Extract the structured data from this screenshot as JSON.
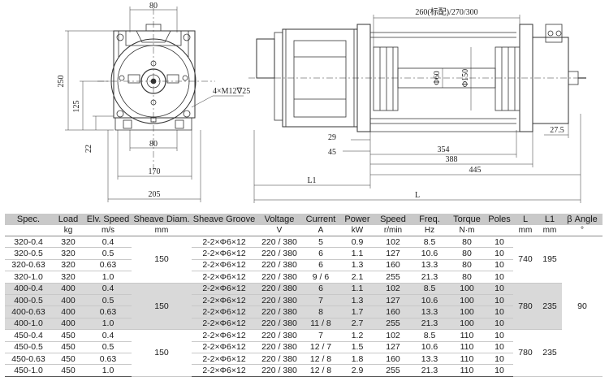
{
  "drawing": {
    "dims": {
      "top_80": "80",
      "height_250": "250",
      "h_125": "125",
      "h_22": "22",
      "w_80_bottom": "80",
      "w_170": "170",
      "w_205": "205",
      "bolt_note": "4×M12∇25",
      "sheave_span": "260(标配)/270/300",
      "dia_60": "Φ60",
      "dia_150": "Φ150",
      "d_29": "29",
      "d_45": "45",
      "d_354": "354",
      "d_388": "388",
      "d_445": "445",
      "d_L1": "L1",
      "d_L": "L",
      "d_27_5": "27.5"
    }
  },
  "table": {
    "headers": [
      "Spec.",
      "Load",
      "Elv. Speed",
      "Sheave Diam.",
      "Sheave Groove",
      "Voltage",
      "Current",
      "Power",
      "Speed",
      "Freq.",
      "Torque",
      "Poles",
      "L",
      "L1",
      "β Angle"
    ],
    "units": [
      "",
      "kg",
      "m/s",
      "mm",
      "",
      "V",
      "A",
      "kW",
      "r/min",
      "Hz",
      "N·m",
      "",
      "mm",
      "mm",
      "°"
    ],
    "rows": [
      {
        "spec": "320-0.4",
        "load": "320",
        "elv": "0.4",
        "groove": "2-2×Φ6×12",
        "voltage": "220 / 380",
        "current": "5",
        "power": "0.9",
        "speed": "102",
        "freq": "8.5",
        "torque": "80",
        "poles": "10"
      },
      {
        "spec": "320-0.5",
        "load": "320",
        "elv": "0.5",
        "groove": "2-2×Φ6×12",
        "voltage": "220 / 380",
        "current": "6",
        "power": "1.1",
        "speed": "127",
        "freq": "10.6",
        "torque": "80",
        "poles": "10"
      },
      {
        "spec": "320-0.63",
        "load": "320",
        "elv": "0.63",
        "groove": "2-2×Φ6×12",
        "voltage": "220 / 380",
        "current": "6",
        "power": "1.3",
        "speed": "160",
        "freq": "13.3",
        "torque": "80",
        "poles": "10"
      },
      {
        "spec": "320-1.0",
        "load": "320",
        "elv": "1.0",
        "groove": "2-2×Φ6×12",
        "voltage": "220 / 380",
        "current": "9 / 6",
        "power": "2.1",
        "speed": "255",
        "freq": "21.3",
        "torque": "80",
        "poles": "10"
      },
      {
        "spec": "400-0.4",
        "load": "400",
        "elv": "0.4",
        "groove": "2-2×Φ6×12",
        "voltage": "220 / 380",
        "current": "6",
        "power": "1.1",
        "speed": "102",
        "freq": "8.5",
        "torque": "100",
        "poles": "10"
      },
      {
        "spec": "400-0.5",
        "load": "400",
        "elv": "0.5",
        "groove": "2-2×Φ6×12",
        "voltage": "220 / 380",
        "current": "7",
        "power": "1.3",
        "speed": "127",
        "freq": "10.6",
        "torque": "100",
        "poles": "10"
      },
      {
        "spec": "400-0.63",
        "load": "400",
        "elv": "0.63",
        "groove": "2-2×Φ6×12",
        "voltage": "220 / 380",
        "current": "8",
        "power": "1.7",
        "speed": "160",
        "freq": "13.3",
        "torque": "100",
        "poles": "10"
      },
      {
        "spec": "400-1.0",
        "load": "400",
        "elv": "1.0",
        "groove": "2-2×Φ6×12",
        "voltage": "220 / 380",
        "current": "11 / 8",
        "power": "2.7",
        "speed": "255",
        "freq": "21.3",
        "torque": "100",
        "poles": "10"
      },
      {
        "spec": "450-0.4",
        "load": "450",
        "elv": "0.4",
        "groove": "2-2×Φ6×12",
        "voltage": "220 / 380",
        "current": "7",
        "power": "1.2",
        "speed": "102",
        "freq": "8.5",
        "torque": "110",
        "poles": "10"
      },
      {
        "spec": "450-0.5",
        "load": "450",
        "elv": "0.5",
        "groove": "2-2×Φ6×12",
        "voltage": "220 / 380",
        "current": "12 / 7",
        "power": "1.5",
        "speed": "127",
        "freq": "10.6",
        "torque": "110",
        "poles": "10"
      },
      {
        "spec": "450-0.63",
        "load": "450",
        "elv": "0.63",
        "groove": "2-2×Φ6×12",
        "voltage": "220 / 380",
        "current": "12 / 8",
        "power": "1.8",
        "speed": "160",
        "freq": "13.3",
        "torque": "110",
        "poles": "10"
      },
      {
        "spec": "450-1.0",
        "load": "450",
        "elv": "1.0",
        "groove": "2-2×Φ6×12",
        "voltage": "220 / 380",
        "current": "12 / 8",
        "power": "2.9",
        "speed": "255",
        "freq": "21.3",
        "torque": "110",
        "poles": "10"
      }
    ],
    "groups": [
      {
        "sheave_diam": "150",
        "L": "740",
        "L1": "195"
      },
      {
        "sheave_diam": "150",
        "L": "780",
        "L1": "235"
      },
      {
        "sheave_diam": "150",
        "L": "780",
        "L1": "235"
      }
    ],
    "beta_angle": "90"
  }
}
